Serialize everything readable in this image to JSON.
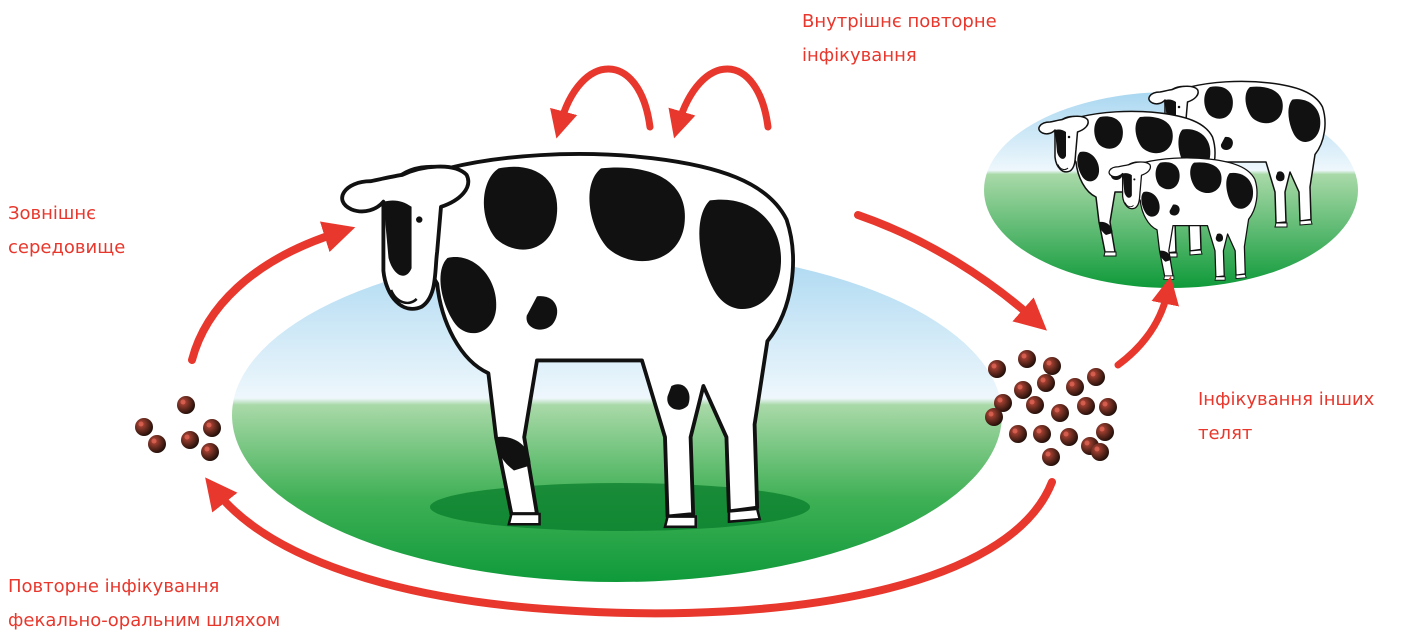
{
  "labels": {
    "internal_reinfection": [
      "Внутрішнє повторне",
      "інфікування"
    ],
    "external_environment": [
      "Зовнішнє",
      "середовище"
    ],
    "infection_other_calves": [
      "Інфікування інших",
      "телят"
    ],
    "fecal_oral_reinfection": [
      "Повторне інфікування",
      "фекально-оральним шляхом"
    ]
  },
  "colors": {
    "arrow": "#e8372c",
    "label": "#e8372c",
    "sky": "#cfe6f4",
    "grass": "#2fa84a",
    "oocyst": "#5a2a1c"
  },
  "icons": [
    "calf",
    "calf-herd",
    "oocyst-cluster",
    "cycle-arrow"
  ]
}
